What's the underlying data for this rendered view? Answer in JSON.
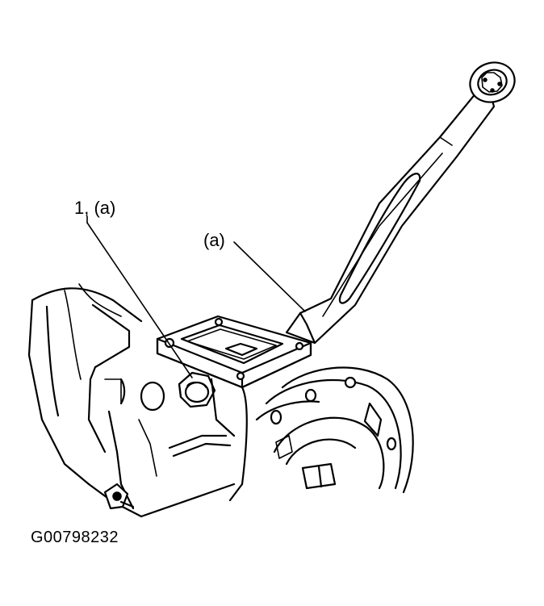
{
  "labels": {
    "callout_bolt": "1, (a)",
    "callout_wrench": "(a)"
  },
  "figure_id": "G00798232",
  "colors": {
    "line": "#000000",
    "background": "#ffffff"
  }
}
